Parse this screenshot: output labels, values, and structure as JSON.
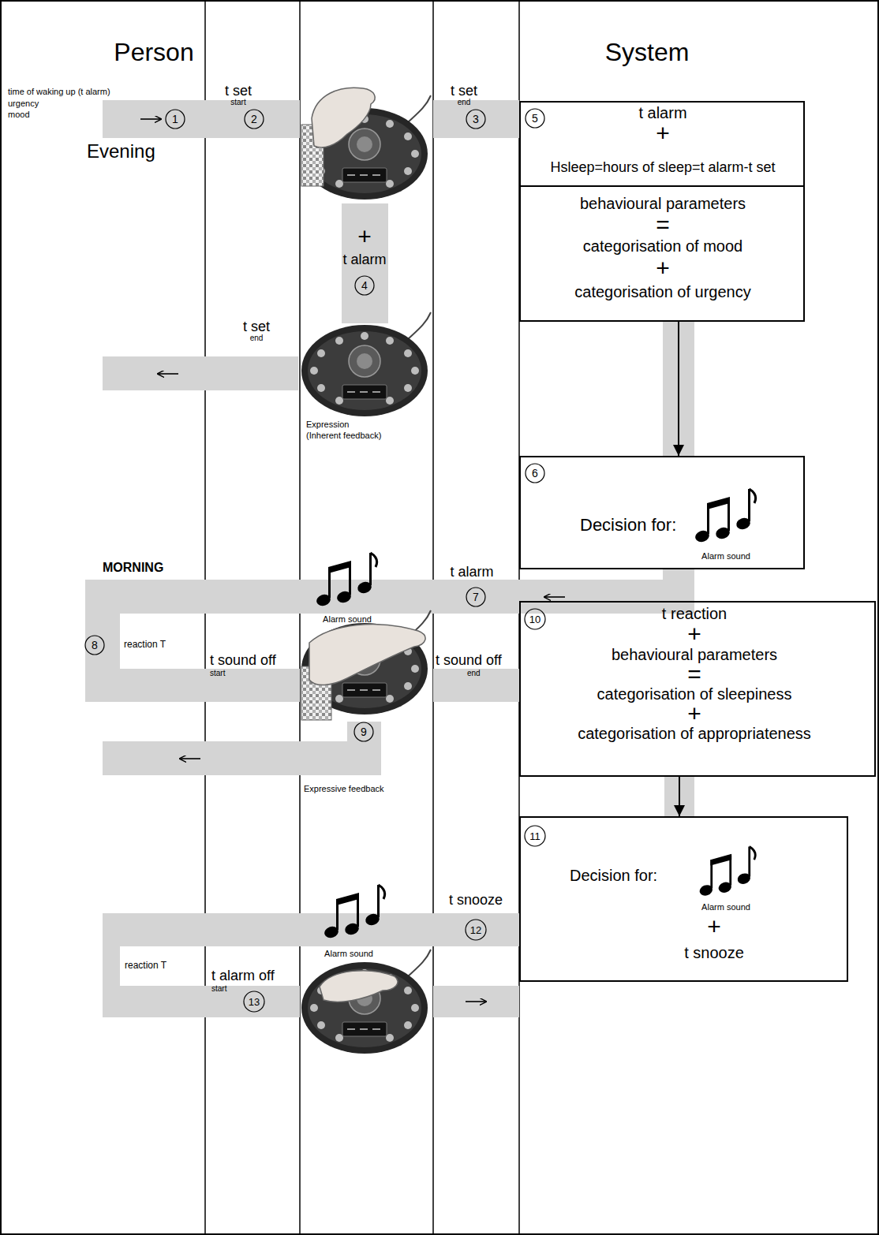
{
  "diagram": {
    "nodes": [
      {
        "text": [
          "5",
          "t alarm",
          "+",
          "Hsleep=hours of sleep=t alarm-t set"
        ]
      },
      {
        "text": [
          "behavioural parameters",
          "=",
          "categorisation of mood",
          "+",
          "categorisation of urgency"
        ]
      },
      {
        "text": [
          "6",
          "Decision for:",
          "Alarm sound"
        ]
      },
      {
        "text": [
          "10",
          "t reaction",
          "+",
          "behavioural parameters",
          "=",
          "categorisation of sleepiness",
          "+",
          "categorisation of appropriateness"
        ]
      },
      {
        "text": [
          "11",
          "Decision for:",
          "Alarm sound",
          "+",
          "t snooze"
        ]
      }
    ],
    "edges": [
      {
        "from": 1,
        "to": 2,
        "arrow": "to"
      },
      {
        "from": 3,
        "to": 4,
        "arrow": "to"
      }
    ],
    "labels": [
      "Person",
      "System",
      "time of waking up (t alarm)",
      "urgency",
      "mood",
      "1",
      "t set",
      "start",
      "2",
      "t set",
      "end",
      "3",
      "Evening",
      "+",
      "t alarm",
      "4",
      "t set",
      "end",
      "Expression",
      "(Inherent feedback)",
      "MORNING",
      "t alarm",
      "7",
      "Alarm sound",
      "8",
      "reaction T",
      "t sound off",
      "start",
      "t sound off",
      "end",
      "9",
      "Expressive feedback",
      "t snooze",
      "12",
      "Alarm sound",
      "reaction T",
      "t alarm off",
      "start",
      "13"
    ]
  }
}
